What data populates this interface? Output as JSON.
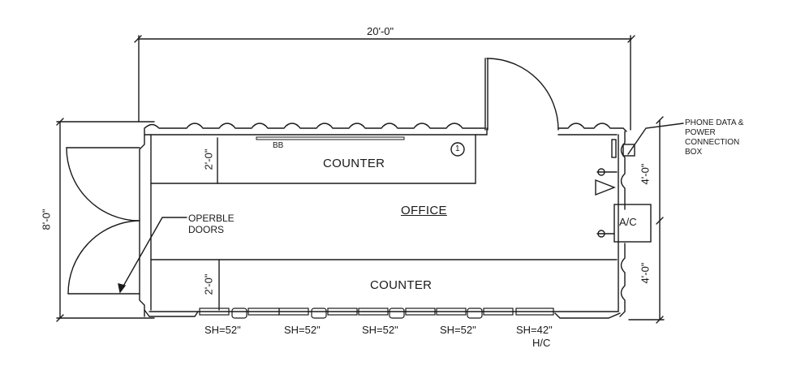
{
  "plan": {
    "overall_width_dim": "20'-0\"",
    "overall_depth_dim": "8'-0\"",
    "room_label": "OFFICE",
    "counters": [
      {
        "label": "COUNTER",
        "depth_dim": "2'-0\"",
        "position": "top"
      },
      {
        "label": "COUNTER",
        "depth_dim": "2'-0\"",
        "position": "bottom"
      }
    ],
    "baseboard_tag": "BB",
    "switch_tag": "1",
    "right_side_dims": [
      "4'-0\"",
      "4'-0\""
    ],
    "ac_label": "A/C",
    "callouts": {
      "doors": [
        "OPERBLE",
        "DOORS"
      ],
      "connection_box": [
        "PHONE DATA &",
        "POWER",
        "CONNECTION",
        "BOX"
      ]
    },
    "windows": [
      {
        "label": "SH=52\"",
        "note": ""
      },
      {
        "label": "SH=52\"",
        "note": ""
      },
      {
        "label": "SH=52\"",
        "note": ""
      },
      {
        "label": "SH=52\"",
        "note": ""
      },
      {
        "label": "SH=42\"",
        "note": "H/C"
      }
    ]
  }
}
